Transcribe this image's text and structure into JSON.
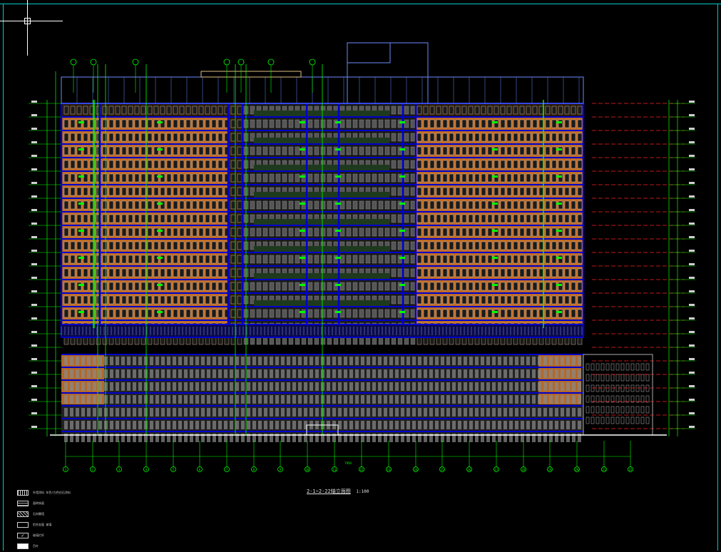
{
  "colors": {
    "background": "#000000",
    "frame": "#00c8c8",
    "axis": "#00ff00",
    "floor_band": "#0000cc",
    "facade_orange": "#d77a2e",
    "window_gray": "#8a8a8a",
    "level_red": "#ff2222",
    "roof_blue": "#6a8cff",
    "text": "#e0e0e0"
  },
  "drawing": {
    "title_main": "2-1~2-22轴立面图",
    "title_scale": "1:100",
    "overall_dim": "7950"
  },
  "axes": [
    "1",
    "2",
    "3",
    "4",
    "5",
    "6",
    "7",
    "8",
    "9",
    "10",
    "11",
    "12",
    "13",
    "14",
    "15",
    "16",
    "17",
    "18",
    "19",
    "20",
    "21",
    "22"
  ],
  "legend": [
    {
      "swatch": "pattern-dots",
      "label": "外墙涂料  灰色/白色仿石涂料",
      "swatch_color": "#cccccc"
    },
    {
      "swatch": "pattern-brick",
      "label": "面砖饰面",
      "swatch_color": "#d77a2e"
    },
    {
      "swatch": "pattern-hatch",
      "label": "石材幕墙",
      "swatch_color": "#aaaaaa"
    },
    {
      "swatch": "outline",
      "label": "铝合金窗  玻璃",
      "swatch_color": "#000000"
    },
    {
      "swatch": "check",
      "label": "玻璃栏杆",
      "swatch_color": "#000000"
    },
    {
      "swatch": "solid",
      "label": "百叶",
      "swatch_color": "#ffffff"
    }
  ],
  "icons": [
    "crosshair-cursor-icon",
    "pickbox-icon"
  ]
}
